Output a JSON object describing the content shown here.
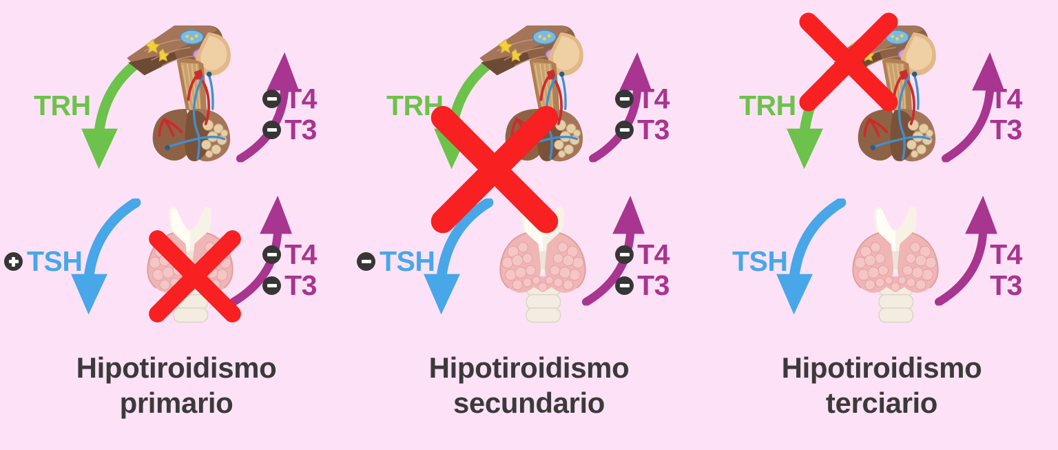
{
  "background_color": "#fde2f7",
  "colors": {
    "trh": "#6cc24a",
    "tsh": "#48a7e8",
    "t4t3": "#a8358f",
    "badge": "#363636",
    "red_x": "#f82020",
    "caption": "#3b3a3a"
  },
  "panels": [
    {
      "id": "primario",
      "caption_line1": "Hipotiroidismo",
      "caption_line2": "primario",
      "top_row": {
        "hormone_label": "TRH",
        "hormone_sign": "none",
        "organ": "hypothalamus-pituitary",
        "feedback": [
          {
            "label": "T4",
            "sign": "minus"
          },
          {
            "label": "T3",
            "sign": "minus"
          }
        ]
      },
      "bottom_row": {
        "hormone_label": "TSH",
        "hormone_sign": "plus",
        "organ": "thyroid",
        "feedback": [
          {
            "label": "T4",
            "sign": "minus"
          },
          {
            "label": "T3",
            "sign": "minus"
          }
        ]
      },
      "blocked_organ": "thyroid"
    },
    {
      "id": "secundario",
      "caption_line1": "Hipotiroidismo",
      "caption_line2": "secundario",
      "top_row": {
        "hormone_label": "TRH",
        "hormone_sign": "none",
        "organ": "hypothalamus-pituitary",
        "feedback": [
          {
            "label": "T4",
            "sign": "minus"
          },
          {
            "label": "T3",
            "sign": "minus"
          }
        ]
      },
      "bottom_row": {
        "hormone_label": "TSH",
        "hormone_sign": "minus",
        "organ": "thyroid",
        "feedback": [
          {
            "label": "T4",
            "sign": "minus"
          },
          {
            "label": "T3",
            "sign": "minus"
          }
        ]
      },
      "blocked_organ": "pituitary"
    },
    {
      "id": "terciario",
      "caption_line1": "Hipotiroidismo",
      "caption_line2": "terciario",
      "top_row": {
        "hormone_label": "TRH",
        "hormone_sign": "none",
        "organ": "hypothalamus-pituitary",
        "feedback": [
          {
            "label": "T4",
            "sign": "none"
          },
          {
            "label": "T3",
            "sign": "none"
          }
        ]
      },
      "bottom_row": {
        "hormone_label": "TSH",
        "hormone_sign": "none",
        "organ": "thyroid",
        "feedback": [
          {
            "label": "T4",
            "sign": "none"
          },
          {
            "label": "T3",
            "sign": "none"
          }
        ]
      },
      "blocked_organ": "hypothalamus"
    }
  ]
}
